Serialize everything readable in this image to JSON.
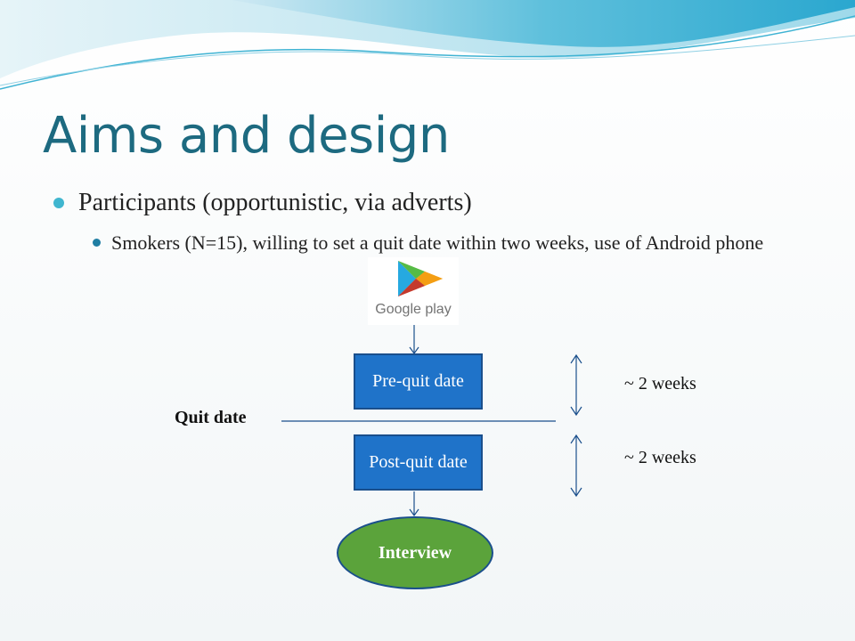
{
  "slide": {
    "title": "Aims and design",
    "bullets": [
      {
        "text": "Participants (opportunistic, via adverts)"
      },
      {
        "text": "Smokers  (N=15), willing to set a quit date within two weeks, use of Android phone"
      }
    ]
  },
  "diagram": {
    "logo_label": "Google play",
    "pre_quit_label": "Pre-quit date",
    "post_quit_label": "Post-quit date",
    "interview_label": "Interview",
    "quit_date_label": "Quit date",
    "duration_1": "~ 2 weeks",
    "duration_2": "~ 2 weeks"
  },
  "colors": {
    "title": "#1d6a80",
    "box_fill": "#1f73c9",
    "ellipse_fill": "#5ba33b",
    "accent_wave": "#40b6cf"
  }
}
